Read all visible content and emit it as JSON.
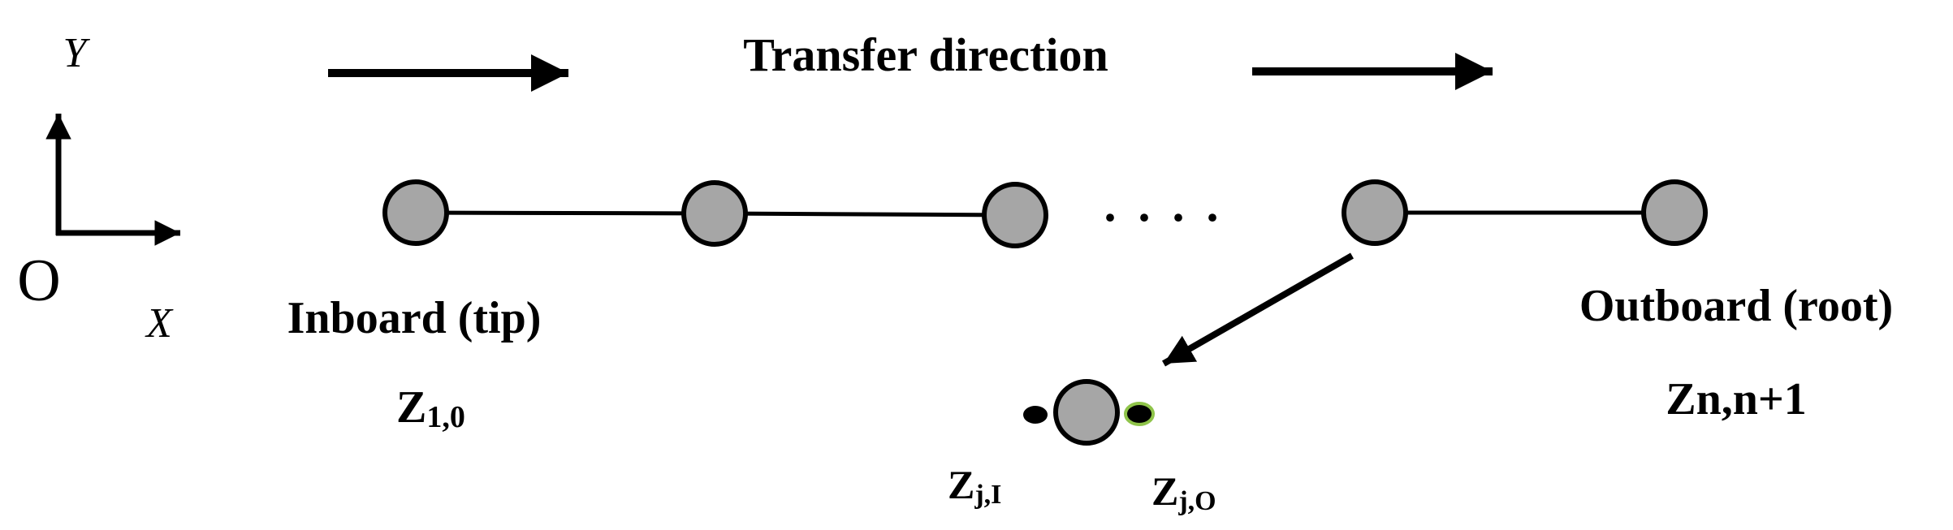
{
  "labels": {
    "transfer_direction": "Transfer direction",
    "axis_y": "Y",
    "axis_x": "X",
    "origin": "O",
    "inboard": "Inboard (tip)",
    "outboard": "Outboard (root)",
    "ellipsis": ". . . .",
    "z_first": {
      "main": "Z",
      "sub": "1,0"
    },
    "z_last": "Zn,n+1",
    "z_in": {
      "main": "Z",
      "sub": "j,I"
    },
    "z_out": {
      "main": "Z",
      "sub": "j,O"
    }
  },
  "colors": {
    "node_fill": "#a6a6a6",
    "stroke": "#000000",
    "output_point_outline": "#8fc44a"
  }
}
